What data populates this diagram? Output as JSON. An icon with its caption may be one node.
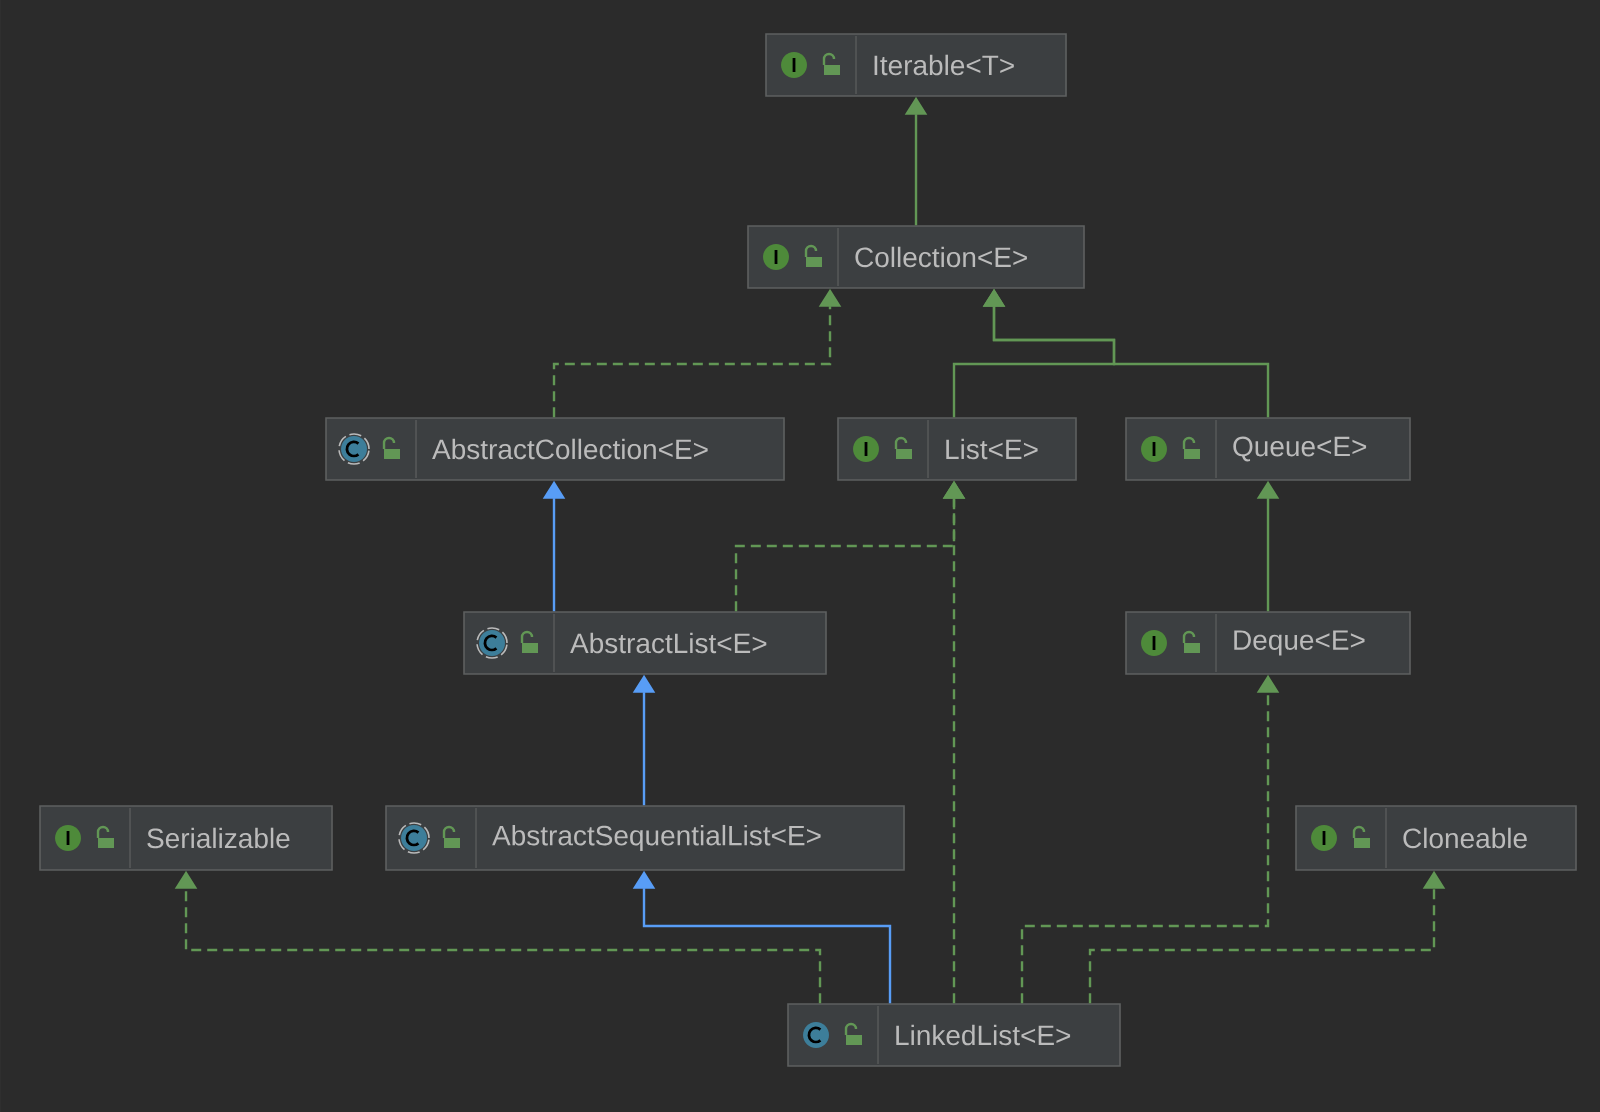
{
  "diagram": {
    "nodes": [
      {
        "text": [
          "Iterable<T>"
        ]
      },
      {
        "text": [
          "Collection<E>"
        ]
      },
      {
        "text": [
          "AbstractCollection<E>"
        ]
      },
      {
        "text": [
          "List<E>"
        ]
      },
      {
        "text": [
          "Queue<E>"
        ]
      },
      {
        "text": [
          "AbstractList<E>"
        ]
      },
      {
        "text": [
          "Deque<E>"
        ]
      },
      {
        "text": [
          "Serializable"
        ]
      },
      {
        "text": [
          "AbstractSequentialList<E>"
        ]
      },
      {
        "text": [
          "Cloneable"
        ]
      },
      {
        "text": [
          "LinkedList<E>"
        ]
      }
    ],
    "edges": [
      {
        "from": 1,
        "to": 0,
        "arrow": "to"
      },
      {
        "from": 2,
        "to": 1,
        "arrow": "to",
        "style": "dashed"
      },
      {
        "from": 3,
        "to": 1,
        "arrow": "to"
      },
      {
        "from": 4,
        "to": 1,
        "arrow": "to"
      },
      {
        "from": 5,
        "to": 2,
        "arrow": "to",
        "color": "#589df6"
      },
      {
        "from": 5,
        "to": 3,
        "arrow": "to",
        "style": "dashed"
      },
      {
        "from": 6,
        "to": 4,
        "arrow": "to"
      },
      {
        "from": 8,
        "to": 5,
        "arrow": "to",
        "color": "#589df6"
      },
      {
        "from": 10,
        "to": 8,
        "arrow": "to",
        "color": "#589df6"
      },
      {
        "from": 10,
        "to": 7,
        "arrow": "to",
        "style": "dashed"
      },
      {
        "from": 10,
        "to": 3,
        "arrow": "to",
        "style": "dashed"
      },
      {
        "from": 10,
        "to": 6,
        "arrow": "to",
        "style": "dashed"
      },
      {
        "from": 10,
        "to": 9,
        "arrow": "to",
        "style": "dashed"
      }
    ]
  }
}
